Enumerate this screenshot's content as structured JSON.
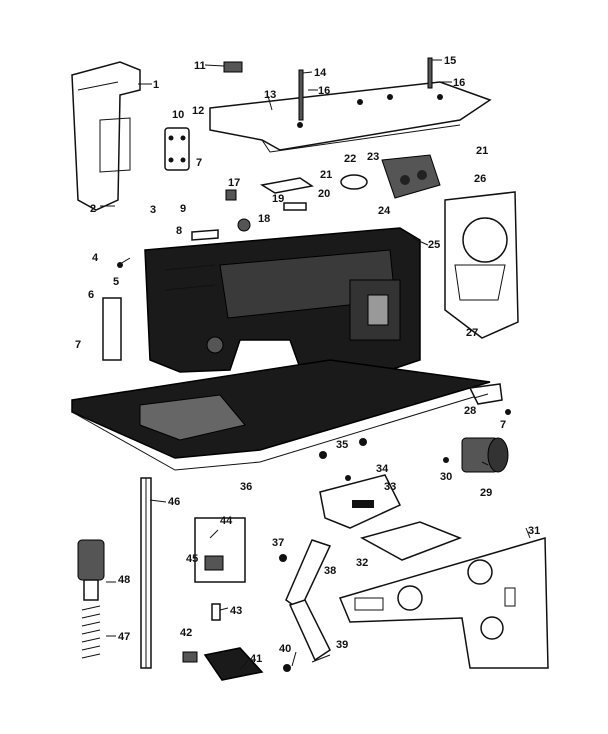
{
  "diagram": {
    "labels": [
      "1",
      "2",
      "3",
      "4",
      "5",
      "6",
      "7",
      "8",
      "9",
      "10",
      "11",
      "12",
      "13",
      "14",
      "15",
      "16",
      "17",
      "18",
      "19",
      "20",
      "21",
      "22",
      "23",
      "24",
      "25",
      "26",
      "27",
      "28",
      "29",
      "30",
      "31",
      "32",
      "33",
      "34",
      "35",
      "36",
      "37",
      "38",
      "39",
      "40",
      "41",
      "42",
      "43",
      "44",
      "45",
      "46",
      "47",
      "48"
    ],
    "callouts": [
      {
        "id": "1",
        "text": "1"
      },
      {
        "id": "2",
        "text": "2"
      },
      {
        "id": "3",
        "text": "3"
      },
      {
        "id": "4",
        "text": "4"
      },
      {
        "id": "5",
        "text": "5"
      },
      {
        "id": "6",
        "text": "6"
      },
      {
        "id": "7a",
        "text": "7"
      },
      {
        "id": "7b",
        "text": "7"
      },
      {
        "id": "7c",
        "text": "7"
      },
      {
        "id": "8",
        "text": "8"
      },
      {
        "id": "9",
        "text": "9"
      },
      {
        "id": "10",
        "text": "10"
      },
      {
        "id": "11",
        "text": "11"
      },
      {
        "id": "12",
        "text": "12"
      },
      {
        "id": "13",
        "text": "13"
      },
      {
        "id": "14",
        "text": "14"
      },
      {
        "id": "15",
        "text": "15"
      },
      {
        "id": "16a",
        "text": "16"
      },
      {
        "id": "16b",
        "text": "16"
      },
      {
        "id": "17",
        "text": "17"
      },
      {
        "id": "18",
        "text": "18"
      },
      {
        "id": "19",
        "text": "19"
      },
      {
        "id": "20",
        "text": "20"
      },
      {
        "id": "21a",
        "text": "21"
      },
      {
        "id": "21b",
        "text": "21"
      },
      {
        "id": "22",
        "text": "22"
      },
      {
        "id": "23",
        "text": "23"
      },
      {
        "id": "24",
        "text": "24"
      },
      {
        "id": "25",
        "text": "25"
      },
      {
        "id": "26",
        "text": "26"
      },
      {
        "id": "27",
        "text": "27"
      },
      {
        "id": "28",
        "text": "28"
      },
      {
        "id": "29",
        "text": "29"
      },
      {
        "id": "30",
        "text": "30"
      },
      {
        "id": "31",
        "text": "31"
      },
      {
        "id": "32",
        "text": "32"
      },
      {
        "id": "33",
        "text": "33"
      },
      {
        "id": "34",
        "text": "34"
      },
      {
        "id": "35",
        "text": "35"
      },
      {
        "id": "36",
        "text": "36"
      },
      {
        "id": "37",
        "text": "37"
      },
      {
        "id": "38",
        "text": "38"
      },
      {
        "id": "39",
        "text": "39"
      },
      {
        "id": "40",
        "text": "40"
      },
      {
        "id": "41",
        "text": "41"
      },
      {
        "id": "42",
        "text": "42"
      },
      {
        "id": "43",
        "text": "43"
      },
      {
        "id": "44",
        "text": "44"
      },
      {
        "id": "45",
        "text": "45"
      },
      {
        "id": "46",
        "text": "46"
      },
      {
        "id": "47",
        "text": "47"
      },
      {
        "id": "48",
        "text": "48"
      }
    ]
  }
}
